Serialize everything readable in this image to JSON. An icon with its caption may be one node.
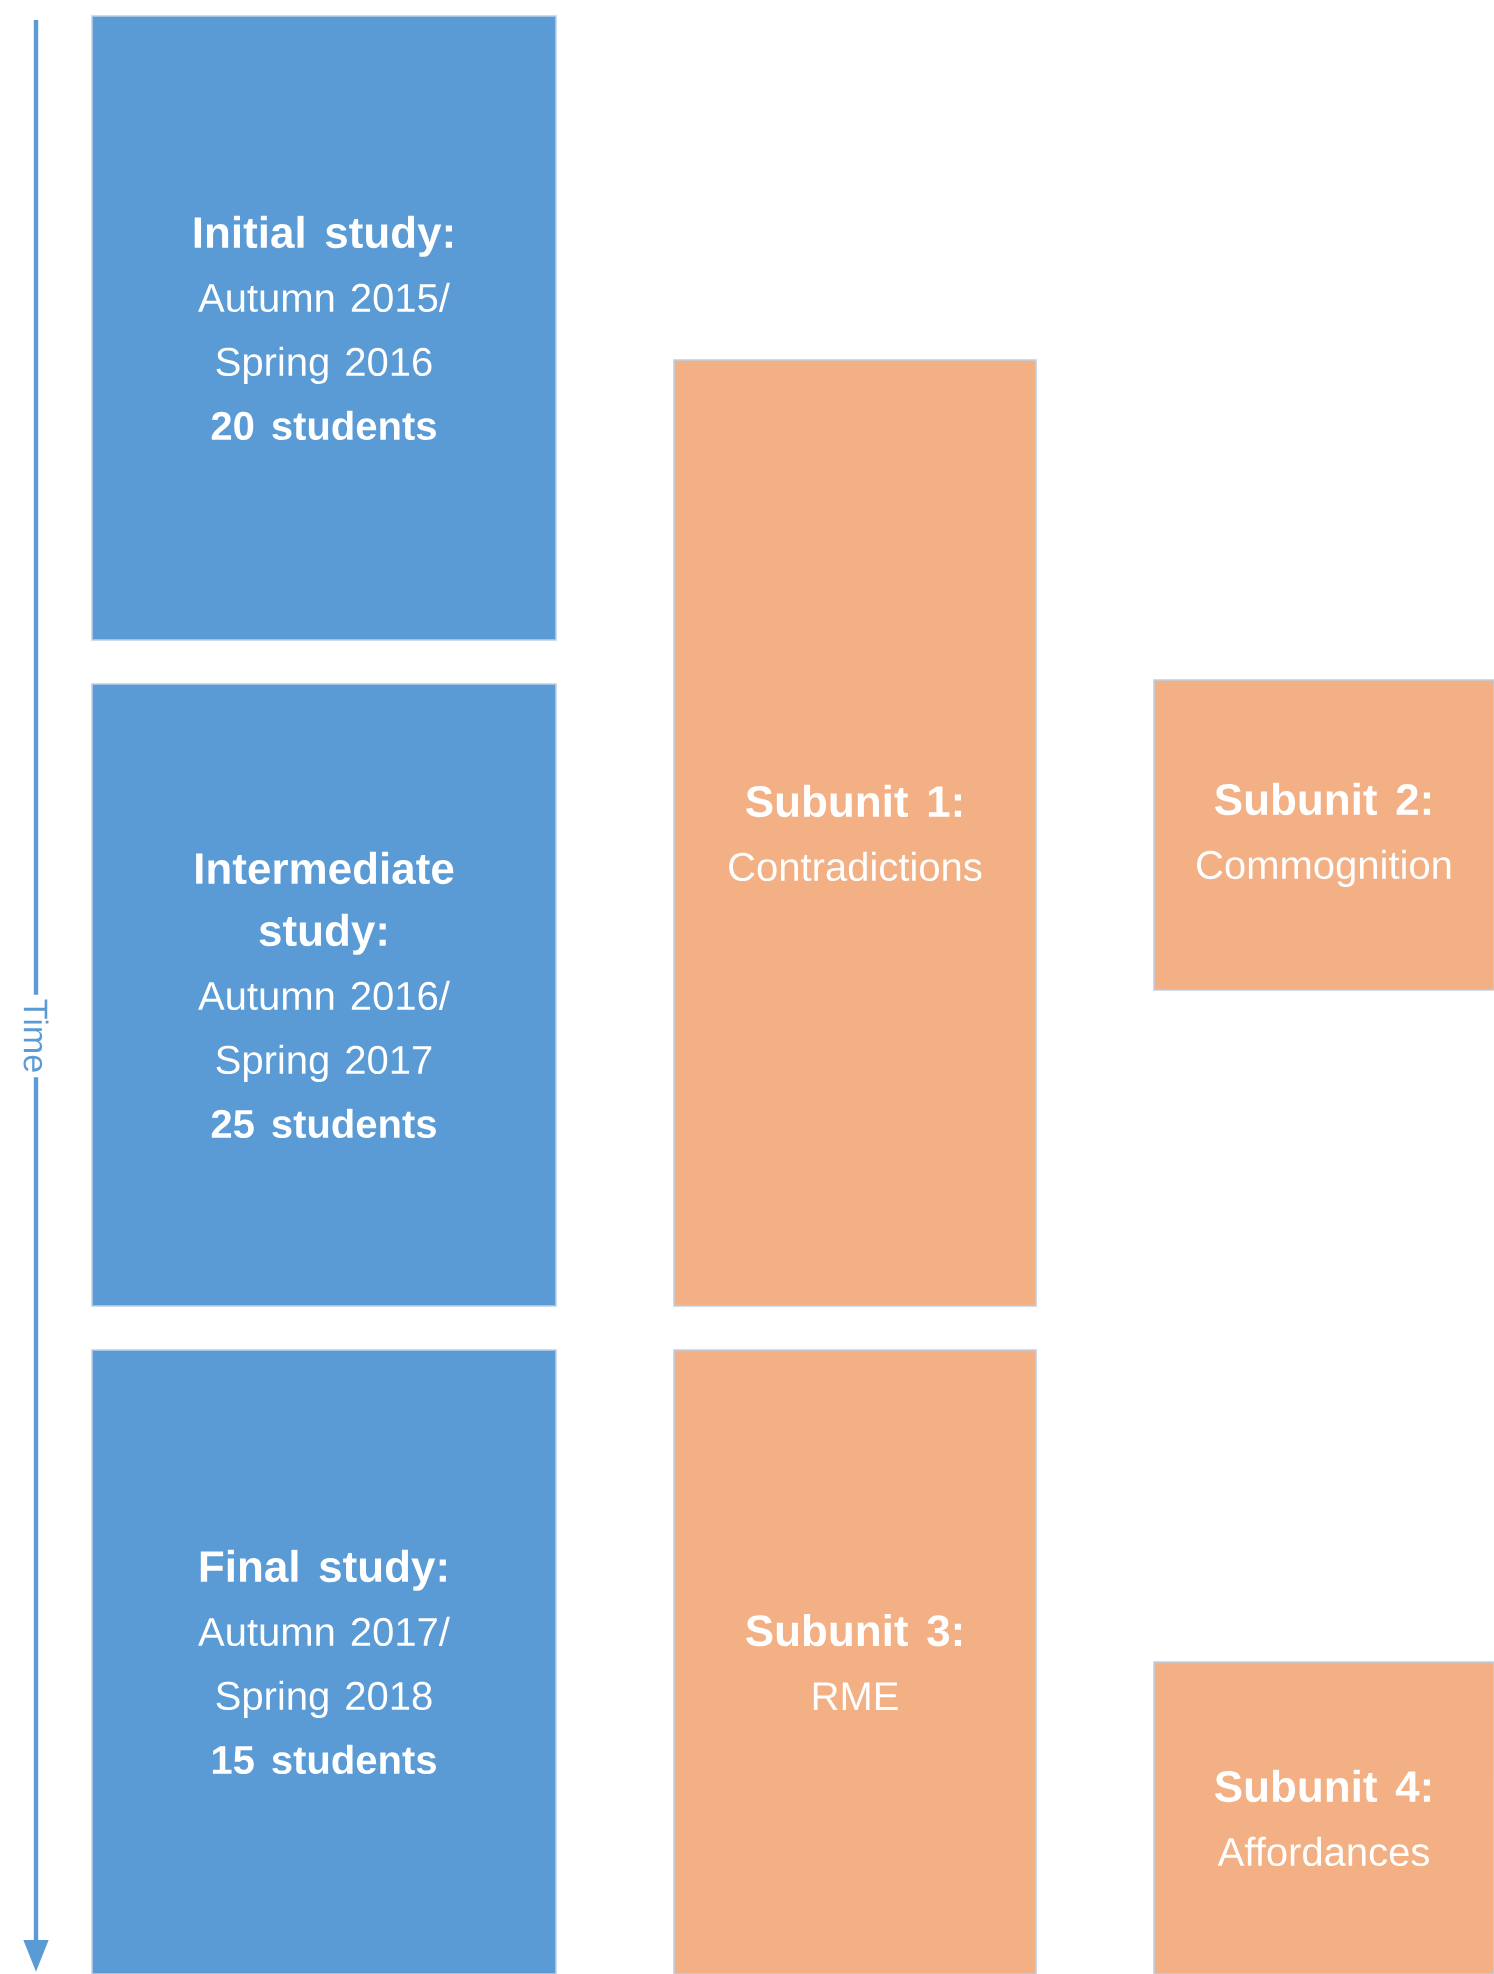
{
  "diagram": {
    "nodes": [
      {
        "text": [
          "Initial study:",
          "Autumn 2015/ Spring 2016",
          "20 students"
        ]
      },
      {
        "text": [
          "Intermediate study:",
          "Autumn 2016/ Spring 2017",
          "25 students"
        ]
      },
      {
        "text": [
          "Final study:",
          "Autumn 2017/ Spring 2018",
          "15 students"
        ]
      },
      {
        "text": [
          "Subunit 1:",
          "Contradictions"
        ]
      },
      {
        "text": [
          "Subunit 2:",
          "Commognition"
        ]
      },
      {
        "text": [
          "Subunit 3:",
          "RME"
        ]
      },
      {
        "text": [
          "Subunit 4:",
          "Affordances"
        ]
      }
    ],
    "edges": [],
    "labels": [
      "Time"
    ]
  }
}
